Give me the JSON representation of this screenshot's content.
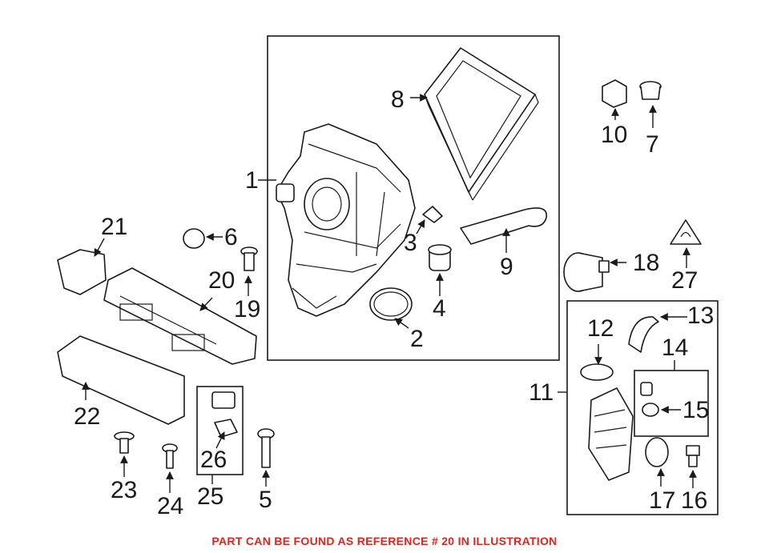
{
  "callouts": {
    "c1": "1",
    "c2": "2",
    "c3": "3",
    "c4": "4",
    "c5": "5",
    "c6": "6",
    "c7": "7",
    "c8": "8",
    "c9": "9",
    "c10": "10",
    "c11": "11",
    "c12": "12",
    "c13": "13",
    "c14": "14",
    "c15": "15",
    "c16": "16",
    "c17": "17",
    "c18": "18",
    "c19": "19",
    "c20": "20",
    "c21": "21",
    "c22": "22",
    "c23": "23",
    "c24": "24",
    "c25": "25",
    "c26": "26",
    "c27": "27"
  },
  "footer": {
    "note": "PART CAN BE FOUND AS REFERENCE # 20 IN ILLUSTRATION",
    "color": "#e0231c"
  }
}
